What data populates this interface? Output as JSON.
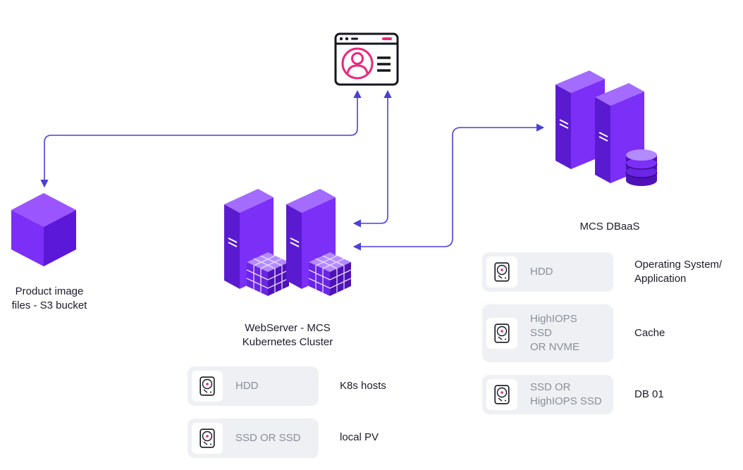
{
  "nodes": {
    "browser": {
      "icon": "web-user-profile-icon"
    },
    "s3": {
      "icon": "cube-storage-icon",
      "label": "Product image\nfiles - S3 bucket"
    },
    "webserver": {
      "icon": "server-cluster-icon",
      "label": "WebServer - MCS\nKubernetes Cluster"
    },
    "dbaas": {
      "icon": "database-server-icon",
      "label": "MCS DBaaS"
    }
  },
  "webserver_storage": [
    {
      "disk": "HDD",
      "role": "K8s hosts"
    },
    {
      "disk": "SSD OR SSD",
      "role": "local PV"
    }
  ],
  "dbaas_storage": [
    {
      "disk": "HDD",
      "role": "Operating System/\nApplication"
    },
    {
      "disk": "HighIOPS\nSSD\nOR NVME",
      "role": "Cache"
    },
    {
      "disk": "SSD OR\nHighIOPS SSD",
      "role": "DB 01"
    }
  ],
  "colors": {
    "arrow": "#4a3fd6",
    "purple": "#7b2ff7",
    "purple_dark": "#4e12b8",
    "accent_pink": "#e8287c",
    "pill_bg": "#eef0f4"
  },
  "icons": {
    "disk": "hard-drive-icon"
  }
}
